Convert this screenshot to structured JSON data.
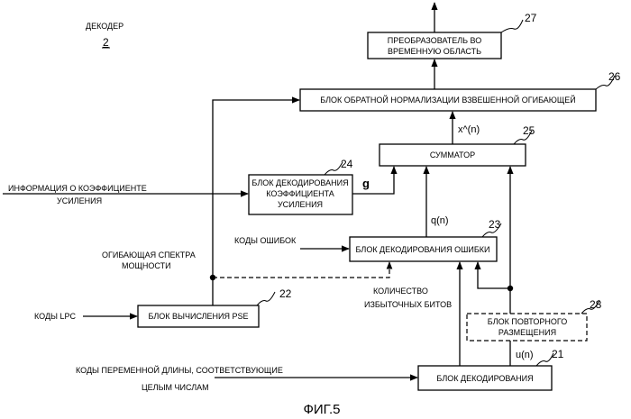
{
  "decoder": {
    "title": "ДЕКОДЕР",
    "number": "2"
  },
  "blocks": {
    "time_converter": {
      "line1": "ПРЕОБРАЗОВАТЕЛЬ ВО",
      "line2": "ВРЕМЕННУЮ ОБЛАСТЬ",
      "ref": "27"
    },
    "inverse_norm": {
      "label": "БЛОК ОБРАТНОЙ НОРМАЛИЗАЦИИ ВЗВЕШЕННОЙ ОГИБАЮЩЕЙ",
      "ref": "26"
    },
    "adder": {
      "label": "СУММАТОР",
      "ref": "25"
    },
    "gain_decoder": {
      "line1": "БЛОК ДЕКОДИРОВАНИЯ",
      "line2": "КОЭФФИЦИЕНТА",
      "line3": "УСИЛЕНИЯ",
      "ref": "24"
    },
    "error_decoder": {
      "label": "БЛОК ДЕКОДИРОВАНИЯ ОШИБКИ",
      "ref": "23"
    },
    "pse_calc": {
      "label": "БЛОК ВЫЧИСЛЕНИЯ PSE",
      "ref": "22"
    },
    "decoding": {
      "label": "БЛОК ДЕКОДИРОВАНИЯ",
      "ref": "21"
    },
    "reallocation": {
      "line1": "БЛОК ПОВТОРНОГО",
      "line2": "РАЗМЕЩЕНИЯ",
      "ref": "28"
    }
  },
  "signals": {
    "x_hat": "x^(n)",
    "g": "g",
    "q": "q(n)",
    "u": "u(n)"
  },
  "inputs": {
    "gain_info_line1": "ИНФОРМАЦИЯ О КОЭФФИЦИЕНТЕ",
    "gain_info_line2": "УСИЛЕНИЯ",
    "error_codes": "КОДЫ ОШИБОК",
    "spectrum_line1": "ОГИБАЮЩАЯ СПЕКТРА",
    "spectrum_line2": "МОЩНОСТИ",
    "redundant_line1": "КОЛИЧЕСТВО",
    "redundant_line2": "ИЗБЫТОЧНЫХ БИТОВ",
    "lpc_codes": "КОДЫ LPC",
    "var_codes_line1": "КОДЫ ПЕРЕМЕННОЙ ДЛИНЫ, СООТВЕТСТВУЮЩИЕ",
    "var_codes_line2": "ЦЕЛЫМ ЧИСЛАМ"
  },
  "caption": "ФИГ.5"
}
